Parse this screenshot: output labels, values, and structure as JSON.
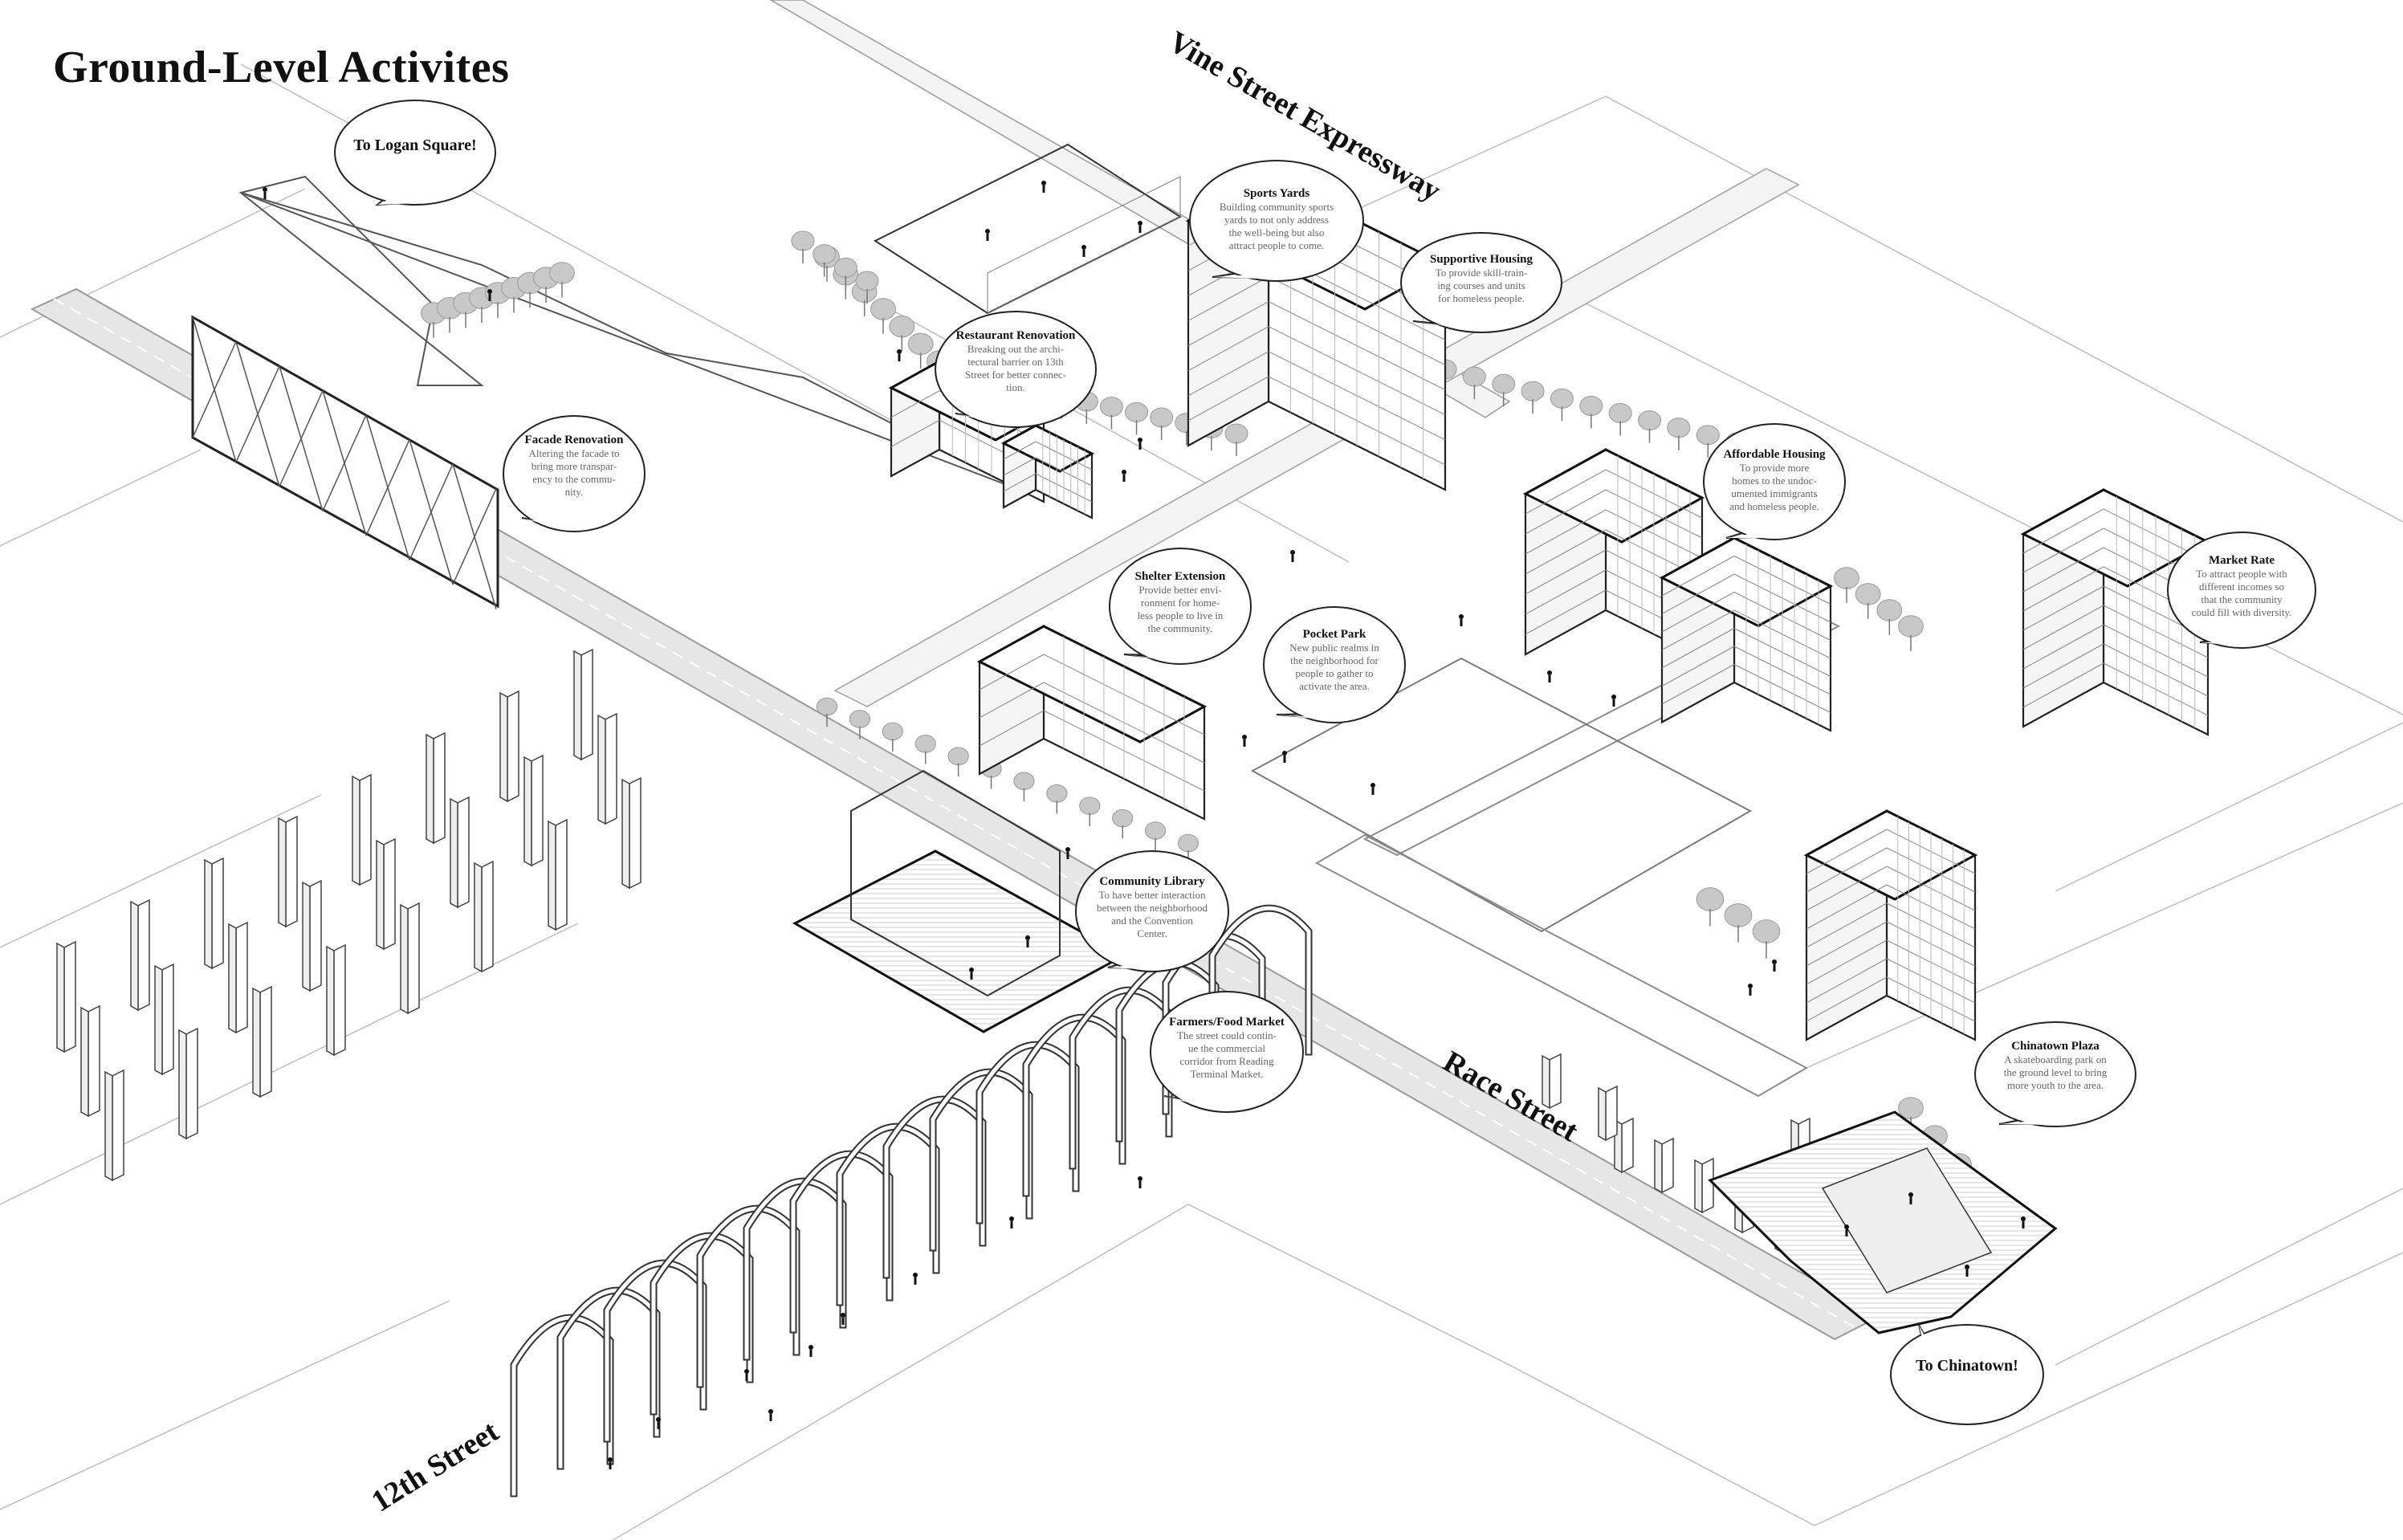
{
  "title": "Ground-Level Activites",
  "streets": {
    "vine": "Vine Street Expressway",
    "race": "Race Street",
    "twelfth": "12th Street"
  },
  "callouts": {
    "logan": {
      "title": "To Logan Square!"
    },
    "chinatown_link": {
      "title": "To Chinatown!"
    },
    "sports": {
      "title": "Sports Yards",
      "lines": [
        "Building community sports",
        "yards to not only address",
        "the well-being but also",
        "attract people to come."
      ]
    },
    "supportive": {
      "title": "Supportive Housing",
      "lines": [
        "To provide skill-train-",
        "ing courses and units",
        "for homeless people."
      ]
    },
    "restaurant": {
      "title": "Restaurant Renovation",
      "lines": [
        "Breaking out the archi-",
        "tectural barrier on 13th",
        "Street for better connec-",
        "tion."
      ]
    },
    "facade": {
      "title": "Facade Renovation",
      "lines": [
        "Altering the facade to",
        "bring more transpar-",
        "ency to the commu-",
        "nity."
      ]
    },
    "affordable": {
      "title": "Affordable Housing",
      "lines": [
        "To provide more",
        "homes to the undoc-",
        "umented immigrants",
        "and homeless people."
      ]
    },
    "shelter": {
      "title": "Shelter Extension",
      "lines": [
        "Provide better envi-",
        "ronment for home-",
        "less people to live in",
        "the community."
      ]
    },
    "pocket": {
      "title": "Pocket Park",
      "lines": [
        "New public realms in",
        "the neighborhood for",
        "people to gather to",
        "activate the area."
      ]
    },
    "market_rate": {
      "title": "Market Rate",
      "lines": [
        "To attract people with",
        "different incomes so",
        "that the community",
        "could fill with diversity."
      ]
    },
    "library": {
      "title": "Community Library",
      "lines": [
        "To have better interaction",
        "between the neighborhood",
        "and the Convention",
        "Center."
      ]
    },
    "farmers": {
      "title": "Farmers/Food Market",
      "lines": [
        "The street could contin-",
        "ue the commercial",
        "corridor from Reading",
        "Terminal Market."
      ]
    },
    "chinatown_plaza": {
      "title": "Chinatown Plaza",
      "lines": [
        "A skateboarding park on",
        "the ground level to bring",
        "more youth to the area."
      ]
    }
  }
}
